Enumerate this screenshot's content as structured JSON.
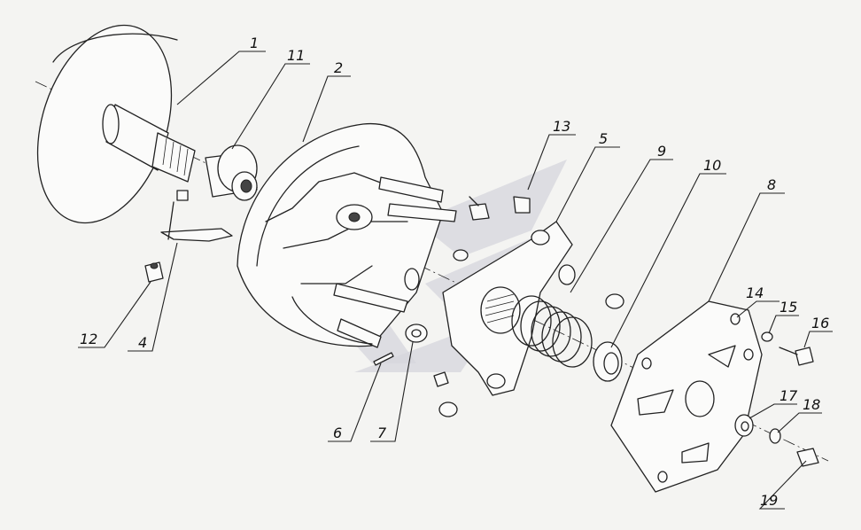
{
  "diagram": {
    "labels": [
      {
        "id": "1",
        "text": "1"
      },
      {
        "id": "2",
        "text": "2"
      },
      {
        "id": "4",
        "text": "4"
      },
      {
        "id": "5",
        "text": "5"
      },
      {
        "id": "6",
        "text": "6"
      },
      {
        "id": "7",
        "text": "7"
      },
      {
        "id": "8",
        "text": "8"
      },
      {
        "id": "9",
        "text": "9"
      },
      {
        "id": "10",
        "text": "10"
      },
      {
        "id": "11",
        "text": "11"
      },
      {
        "id": "12",
        "text": "12"
      },
      {
        "id": "13",
        "text": "13"
      },
      {
        "id": "14",
        "text": "14"
      },
      {
        "id": "15",
        "text": "15"
      },
      {
        "id": "16",
        "text": "16"
      },
      {
        "id": "17",
        "text": "17"
      },
      {
        "id": "18",
        "text": "18"
      },
      {
        "id": "19",
        "text": "19"
      }
    ]
  },
  "watermark": {
    "icon": "manufacturer-logo-watermark",
    "color": "#d6d6dc"
  }
}
